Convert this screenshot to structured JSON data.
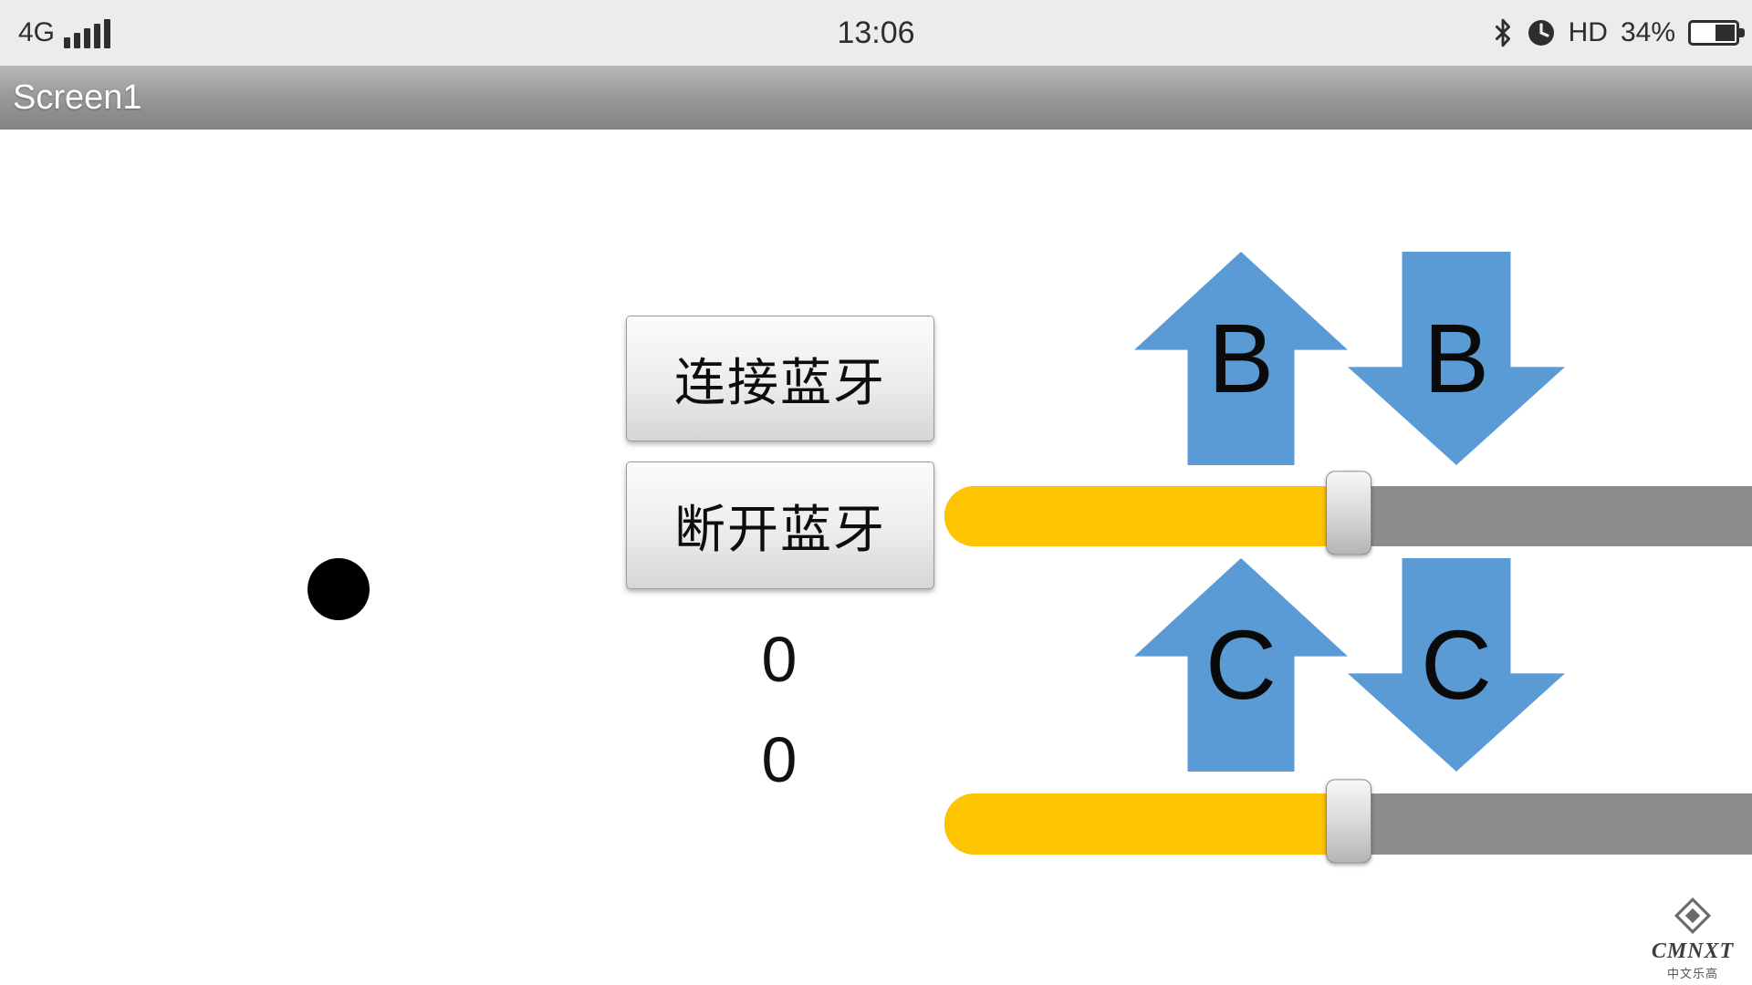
{
  "status_bar": {
    "network_type": "4G",
    "time": "13:06",
    "hd_label": "HD",
    "battery_percent": "34%"
  },
  "title_bar": {
    "title": "Screen1"
  },
  "main": {
    "connect_button_label": "连接蓝牙",
    "disconnect_button_label": "断开蓝牙",
    "value_label_1": "0",
    "value_label_2": "0",
    "arrow_color": "#5b9bd5",
    "arrows": [
      {
        "label": "B",
        "direction": "up"
      },
      {
        "label": "B",
        "direction": "down"
      },
      {
        "label": "C",
        "direction": "up"
      },
      {
        "label": "C",
        "direction": "down"
      }
    ],
    "sliders": [
      {
        "value_percent": 50,
        "fill_color": "#ffc400",
        "track_color": "#8c8c8c"
      },
      {
        "value_percent": 50,
        "fill_color": "#ffc400",
        "track_color": "#8c8c8c"
      }
    ]
  },
  "watermark": {
    "brand": "CMNXT",
    "subtitle": "中文乐高"
  }
}
